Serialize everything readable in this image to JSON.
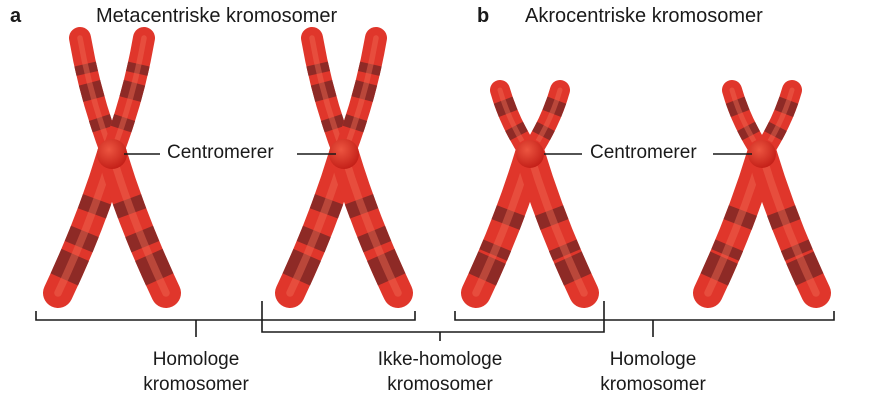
{
  "panels": [
    {
      "letter": "a",
      "title": "Metacentriske kromosomer"
    },
    {
      "letter": "b",
      "title": "Akrocentriske kromosomer"
    }
  ],
  "centromere_label": "Centromerer",
  "groups": [
    {
      "line1": "Homologe",
      "line2": "kromosomer"
    },
    {
      "line1": "Ikke-homologe",
      "line2": "kromosomer"
    },
    {
      "line1": "Homologe",
      "line2": "kromosomer"
    }
  ],
  "colors": {
    "chromatid": "#e0362b",
    "chromatid_light": "#f06a55",
    "band": "#8e2a26",
    "centromere": "#d4281f",
    "line": "#1a1a1a"
  },
  "chromosomes": [
    {
      "type": "metacentric",
      "panel": "a"
    },
    {
      "type": "metacentric",
      "panel": "a"
    },
    {
      "type": "acrocentric",
      "panel": "b"
    },
    {
      "type": "acrocentric",
      "panel": "b"
    }
  ]
}
